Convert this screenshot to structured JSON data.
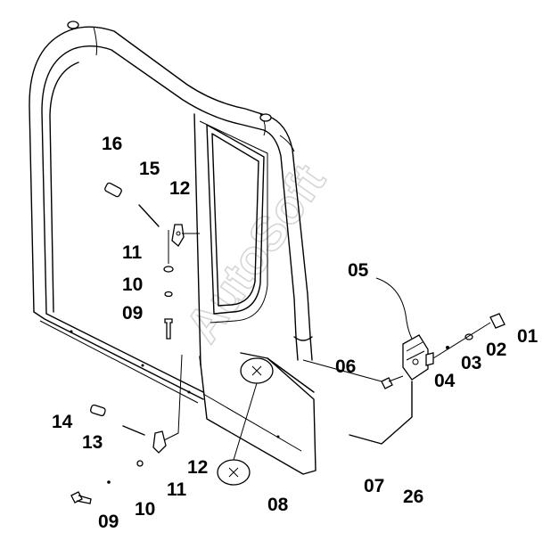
{
  "diagram": {
    "watermark": "AutoSoft",
    "labels": {
      "p01": "01",
      "p02": "02",
      "p03": "03",
      "p04": "04",
      "p05": "05",
      "p06": "06",
      "p07": "07",
      "p08": "08",
      "p09a": "09",
      "p10a": "10",
      "p11a": "11",
      "p12a": "12",
      "p09b": "09",
      "p10b": "10",
      "p11b": "11",
      "p12b": "12",
      "p13": "13",
      "p14": "14",
      "p15": "15",
      "p16": "16",
      "p26": "26"
    }
  }
}
